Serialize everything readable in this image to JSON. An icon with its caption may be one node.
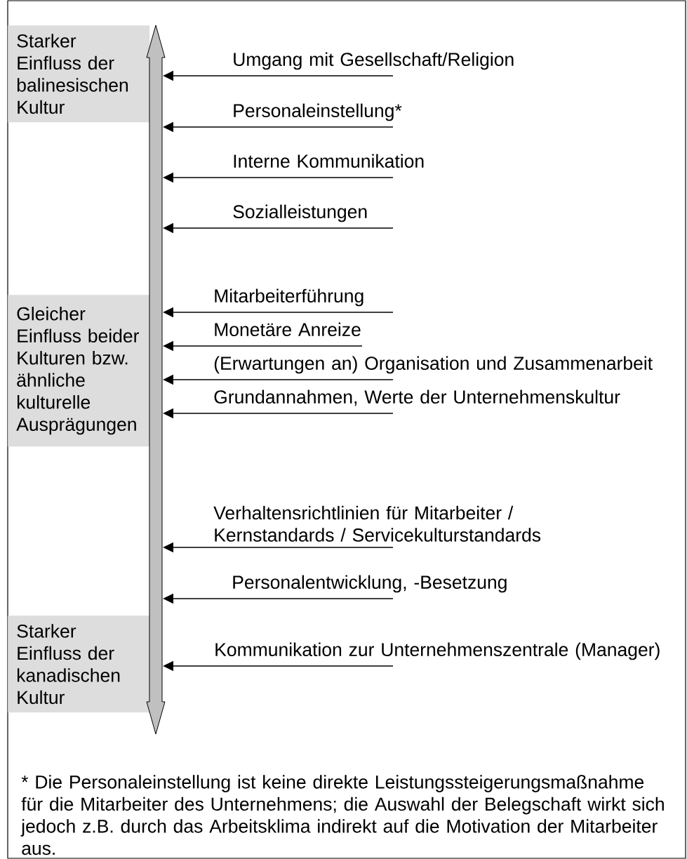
{
  "diagram": {
    "nodes": [
      {
        "text": [
          "Starker Einfluss der balinesischen Kultur"
        ]
      },
      {
        "text": [
          "Gleicher Einfluss beider Kulturen bzw. ähnliche kulturelle Ausprägungen"
        ]
      },
      {
        "text": [
          "Starker Einfluss der kanadischen Kultur"
        ]
      },
      {
        "text": [],
        "shape": "bar"
      },
      {
        "text": [
          "Umgang mit Gesellschaft/Religion"
        ]
      },
      {
        "text": [
          "Personaleinstellung*"
        ]
      },
      {
        "text": [
          "Interne Kommunikation"
        ]
      },
      {
        "text": [
          "Sozialleistungen"
        ]
      },
      {
        "text": [
          "Mitarbeiterführung"
        ]
      },
      {
        "text": [
          "Monetäre Anreize"
        ]
      },
      {
        "text": [
          "(Erwartungen an) Organisation und Zusammenarbeit"
        ]
      },
      {
        "text": [
          "Grundannahmen, Werte der Unternehmenskultur"
        ]
      },
      {
        "text": [
          "Verhaltensrichtlinien für Mitarbeiter / Kernstandards / Servicekulturstandards"
        ]
      },
      {
        "text": [
          "Personalentwicklung, -Besetzung"
        ]
      },
      {
        "text": [
          "Kommunikation zur Unternehmenszentrale (Manager)"
        ]
      }
    ],
    "edges": [
      {
        "from": 4,
        "to": 3,
        "arrow": "to"
      },
      {
        "from": 5,
        "to": 3,
        "arrow": "to"
      },
      {
        "from": 6,
        "to": 3,
        "arrow": "to"
      },
      {
        "from": 7,
        "to": 3,
        "arrow": "to"
      },
      {
        "from": 8,
        "to": 3,
        "arrow": "to"
      },
      {
        "from": 9,
        "to": 3,
        "arrow": "to"
      },
      {
        "from": 10,
        "to": 3,
        "arrow": "to"
      },
      {
        "from": 11,
        "to": 3,
        "arrow": "to"
      },
      {
        "from": 12,
        "to": 3,
        "arrow": "to"
      },
      {
        "from": 13,
        "to": 3,
        "arrow": "to"
      },
      {
        "from": 14,
        "to": 3,
        "arrow": "to"
      }
    ],
    "labels": [
      "* Die Personaleinstellung ist keine direkte Leistungssteigerungsmaßnahme für die Mitarbeiter des Unternehmens; die Auswahl der Belegschaft wirkt sich jedoch z.B. durch das Arbeitsklima indirekt auf die Motivation der Mitarbeiter aus."
    ]
  }
}
